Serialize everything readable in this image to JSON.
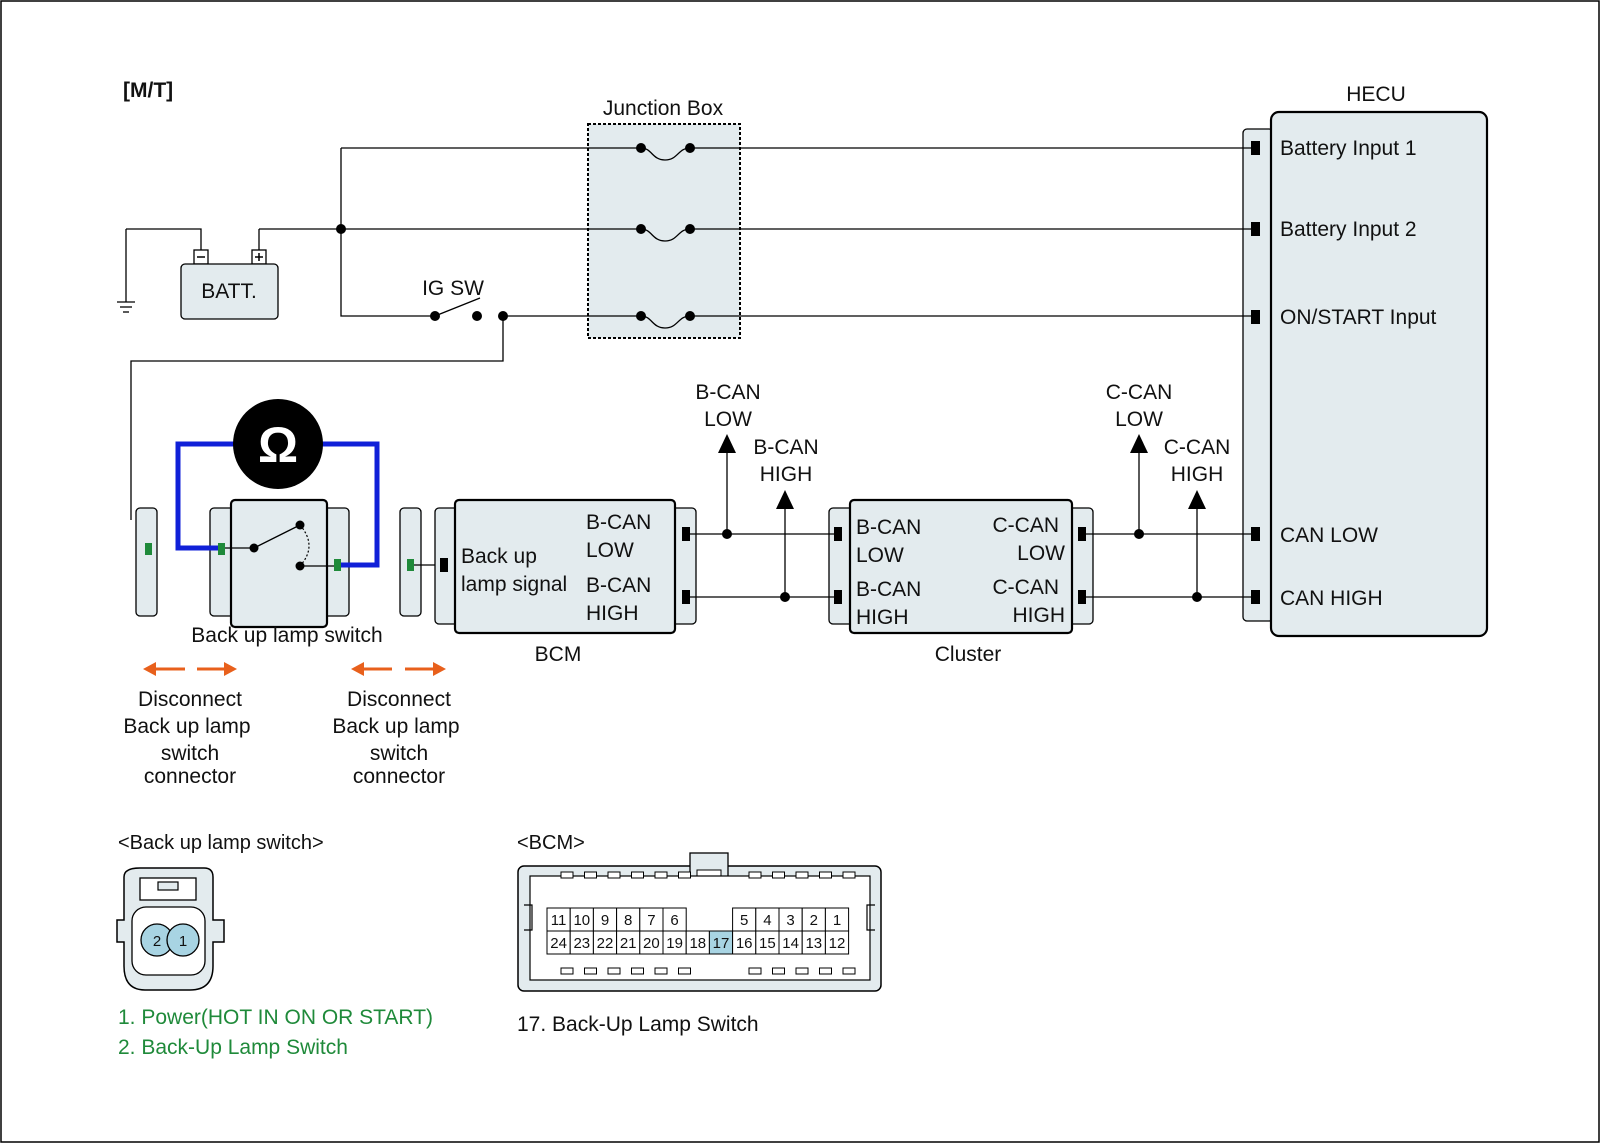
{
  "title": "[M/T]",
  "components": {
    "junction_box": "Junction Box",
    "hecu": "HECU",
    "battery": "BATT.",
    "ig_sw": "IG SW",
    "bcm": "BCM",
    "cluster": "Cluster",
    "backup_switch": "Back up lamp switch",
    "ohmmeter_symbol": "Ω"
  },
  "hecu_pins": [
    "Battery Input 1",
    "Battery Input 2",
    "ON/START Input",
    "CAN LOW",
    "CAN HIGH"
  ],
  "bcm_labels": {
    "signal_line1": "Back up",
    "signal_line2": "lamp signal",
    "bcan_low_1": "B-CAN",
    "bcan_low_2": "LOW",
    "bcan_high_1": "B-CAN",
    "bcan_high_2": "HIGH"
  },
  "cluster_labels": {
    "bcan_low_1": "B-CAN",
    "bcan_low_2": "LOW",
    "bcan_high_1": "B-CAN",
    "bcan_high_2": "HIGH",
    "ccan_low_1": "C-CAN",
    "ccan_low_2": "LOW",
    "ccan_high_1": "C-CAN",
    "ccan_high_2": "HIGH"
  },
  "bus_arrows": {
    "bcan_low": [
      "B-CAN",
      "LOW"
    ],
    "bcan_high": [
      "B-CAN",
      "HIGH"
    ],
    "ccan_low": [
      "C-CAN",
      "LOW"
    ],
    "ccan_high": [
      "C-CAN",
      "HIGH"
    ]
  },
  "disconnect_notes": [
    [
      "Disconnect",
      "Back up lamp",
      "switch",
      "connector"
    ],
    [
      "Disconnect",
      "Back up lamp",
      "switch",
      "connector"
    ]
  ],
  "connectors": {
    "switch_title": "<Back up lamp switch>",
    "switch_pins": [
      "2",
      "1"
    ],
    "switch_legend": [
      "1. Power(HOT IN ON OR START)",
      "2. Back-Up Lamp Switch"
    ],
    "bcm_title": "<BCM>",
    "bcm_row1": [
      "11",
      "10",
      "9",
      "8",
      "7",
      "6",
      "",
      "",
      "5",
      "4",
      "3",
      "2",
      "1"
    ],
    "bcm_row2": [
      "24",
      "23",
      "22",
      "21",
      "20",
      "19",
      "18",
      "17",
      "16",
      "15",
      "14",
      "13",
      "12"
    ],
    "bcm_highlight": "17",
    "bcm_legend": "17. Back-Up Lamp Switch"
  },
  "colors": {
    "component_fill": "#e3ebee",
    "meter_lead": "#1020d8",
    "disconnect_arrow": "#e8601c",
    "legend_text": "#1f8a3a",
    "pin_highlight": "#a8d4e3"
  }
}
